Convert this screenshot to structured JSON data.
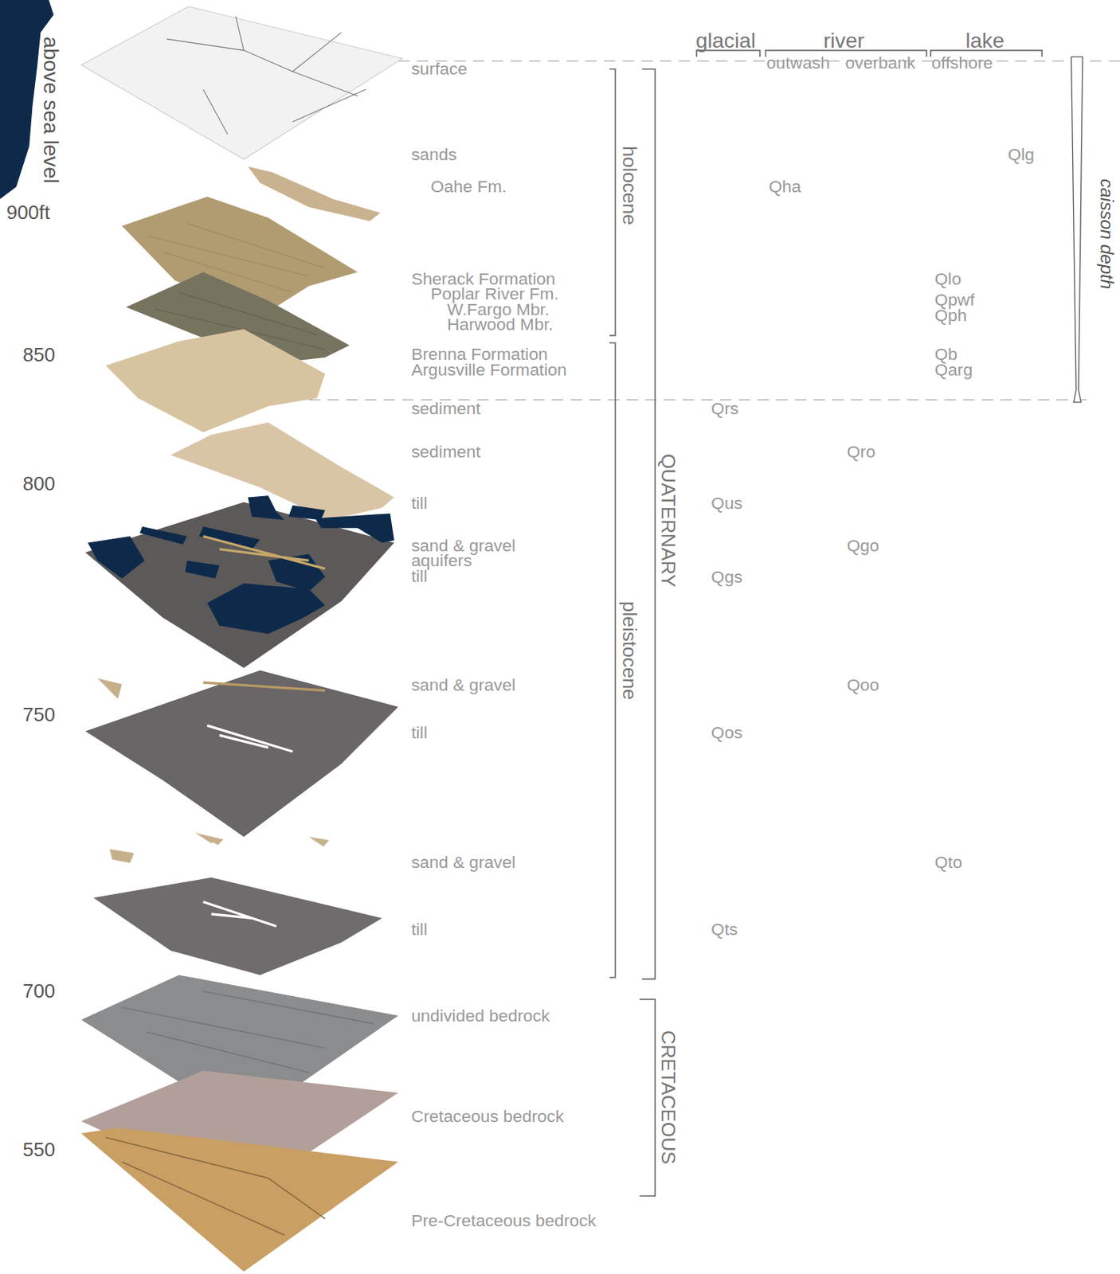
{
  "diagram": {
    "labels": [
      "above sea level",
      "900ft",
      "850",
      "800",
      "750",
      "700",
      "550",
      "glacial",
      "river",
      "lake",
      "outwash",
      "overbank",
      "offshore",
      "surface",
      "sands",
      "Qlg",
      "Oahe Fm.",
      "Qha",
      "Sherack Formation",
      "Qlo",
      "Poplar River Fm.",
      "Qpwf",
      "W.Fargo Mbr.",
      "Qph",
      "Harwood Mbr.",
      "Brenna Formation",
      "Qb",
      "Argusville Formation",
      "Qarg",
      "sediment",
      "Qrs",
      "sediment",
      "Qro",
      "till",
      "Qus",
      "sand & gravel",
      "Qgo",
      "aquifers",
      "till",
      "Qgs",
      "sand & gravel",
      "Qoo",
      "till",
      "Qos",
      "sand & gravel",
      "Qto",
      "till",
      "Qts",
      "undivided bedrock",
      "Cretaceous bedrock",
      "Pre-Cretaceous bedrock",
      "holocene",
      "pleistocene",
      "QUATERNARY",
      "CRETACEOUS",
      "caisson depth"
    ]
  }
}
